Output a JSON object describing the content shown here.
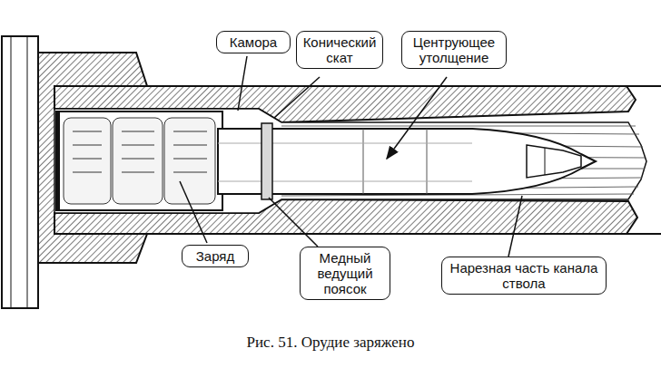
{
  "diagram": {
    "caption": "Рис. 51. Орудие заряжено",
    "nodes": [
      {
        "text": [
          "Камора"
        ]
      },
      {
        "text": [
          "Конический скат"
        ]
      },
      {
        "text": [
          "Центрующее утолщение"
        ]
      },
      {
        "text": [
          "Заряд"
        ]
      },
      {
        "text": [
          "Медный ведущий поясок"
        ]
      },
      {
        "text": [
          "Нарезная часть канала ствола"
        ]
      }
    ]
  }
}
